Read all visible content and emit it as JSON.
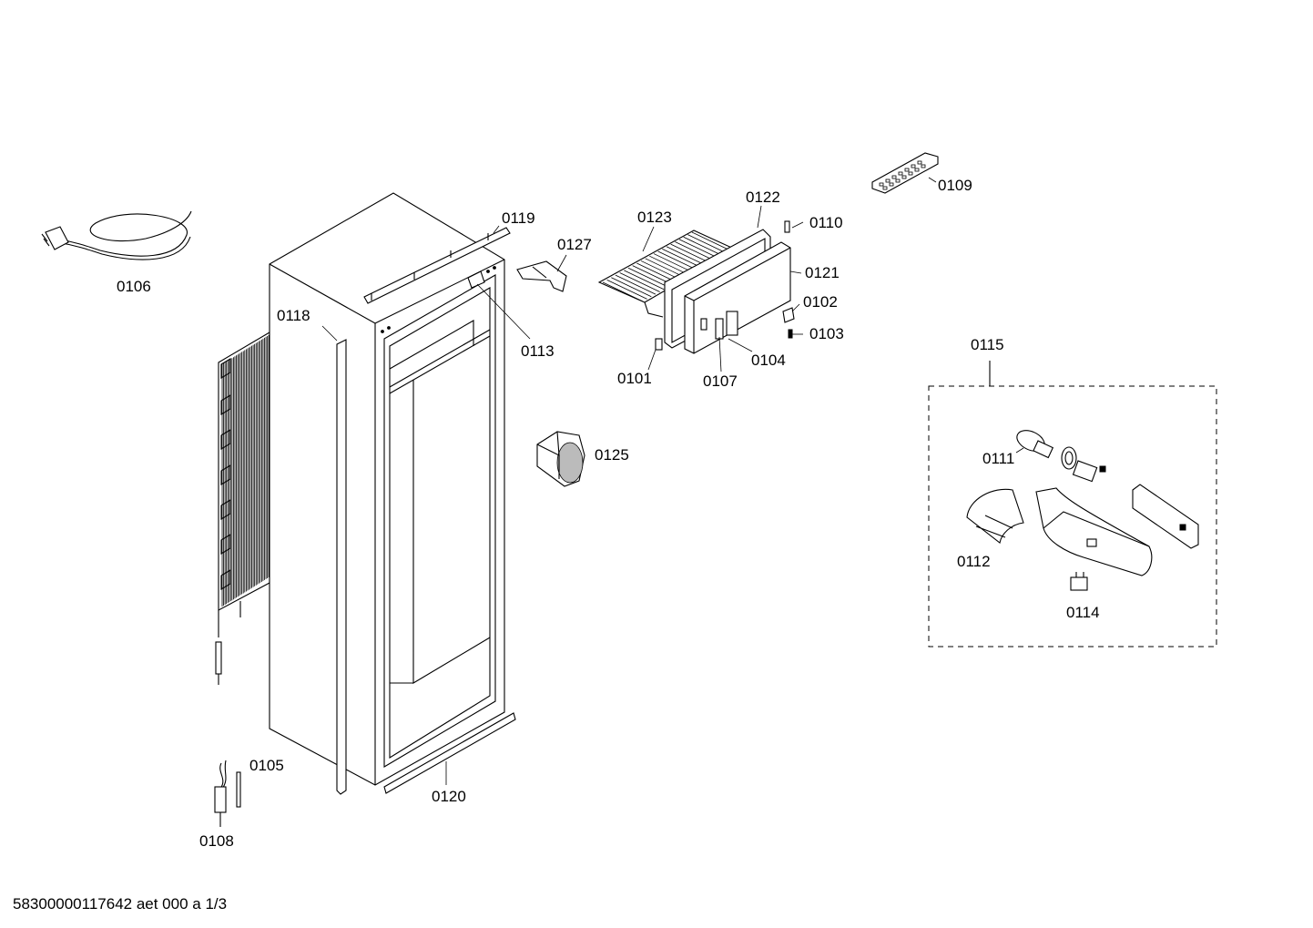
{
  "diagram": {
    "labels": [
      {
        "id": "0106",
        "text": "0106"
      },
      {
        "id": "0118",
        "text": "0118"
      },
      {
        "id": "0119",
        "text": "0119"
      },
      {
        "id": "0127",
        "text": "0127"
      },
      {
        "id": "0113",
        "text": "0113"
      },
      {
        "id": "0123",
        "text": "0123"
      },
      {
        "id": "0122",
        "text": "0122"
      },
      {
        "id": "0110",
        "text": "0110"
      },
      {
        "id": "0109",
        "text": "0109"
      },
      {
        "id": "0121",
        "text": "0121"
      },
      {
        "id": "0102",
        "text": "0102"
      },
      {
        "id": "0103",
        "text": "0103"
      },
      {
        "id": "0104",
        "text": "0104"
      },
      {
        "id": "0107",
        "text": "0107"
      },
      {
        "id": "0101",
        "text": "0101"
      },
      {
        "id": "0125",
        "text": "0125"
      },
      {
        "id": "0115",
        "text": "0115"
      },
      {
        "id": "0111",
        "text": "0111"
      },
      {
        "id": "0112",
        "text": "0112"
      },
      {
        "id": "0114",
        "text": "0114"
      },
      {
        "id": "0105",
        "text": "0105"
      },
      {
        "id": "0108",
        "text": "0108"
      },
      {
        "id": "0120",
        "text": "0120"
      }
    ],
    "footer": "58300000117642 aet 000 a 1/3"
  }
}
